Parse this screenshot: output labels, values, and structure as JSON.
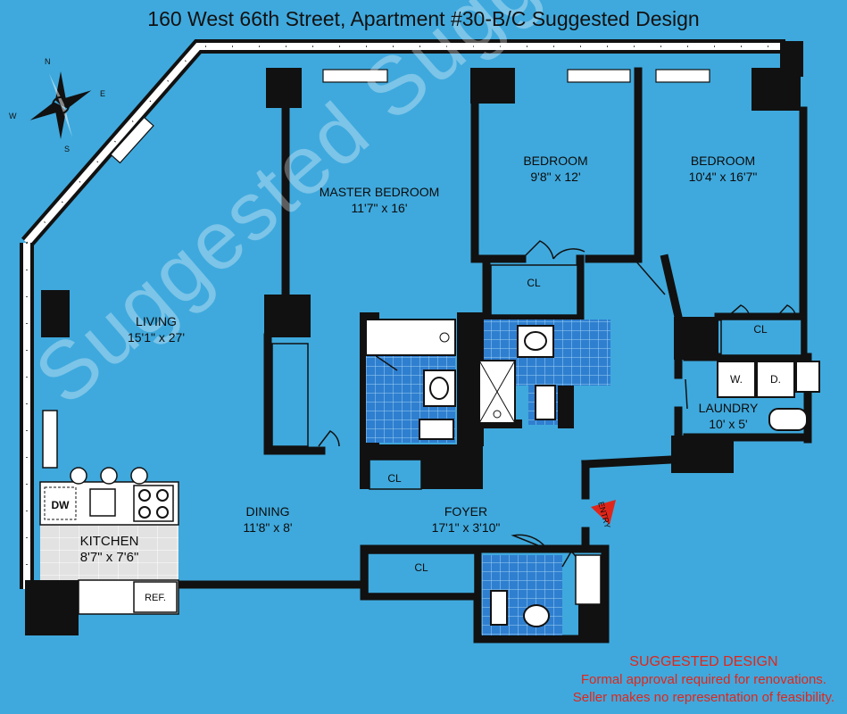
{
  "title": "160 West 66th Street, Apartment #30-B/C Suggested Design",
  "compass": {
    "n": "N",
    "e": "E",
    "s": "S",
    "w": "W"
  },
  "rooms": {
    "living": {
      "name": "LIVING",
      "dims": "15'1\" x 27'"
    },
    "master": {
      "name": "MASTER BEDROOM",
      "dims": "11'7\" x 16'"
    },
    "bedroom1": {
      "name": "BEDROOM",
      "dims": "9'8\" x 12'"
    },
    "bedroom2": {
      "name": "BEDROOM",
      "dims": "10'4\" x 16'7\""
    },
    "dining": {
      "name": "DINING",
      "dims": "11'8\" x 8'"
    },
    "foyer": {
      "name": "FOYER",
      "dims": "17'1\" x 3'10\""
    },
    "kitchen": {
      "name": "KITCHEN",
      "dims": "8'7\" x 7'6\""
    },
    "laundry": {
      "name": "LAUNDRY",
      "dims": "10' x 5'"
    }
  },
  "fixtures": {
    "cl": "CL",
    "dw": "DW",
    "ref": "REF.",
    "washer": "W.",
    "dryer": "D.",
    "entry": "ENTRY"
  },
  "watermark": "Suggested Suggested Suggested",
  "notice": {
    "heading": "SUGGESTED DESIGN",
    "line1": "Formal approval required for renovations.",
    "line2": "Seller makes no representation of feasibility."
  },
  "colors": {
    "floor": "#3fa9dd",
    "wall": "#111111",
    "tile": "#2f7fd0",
    "notice": "#e0261b"
  }
}
